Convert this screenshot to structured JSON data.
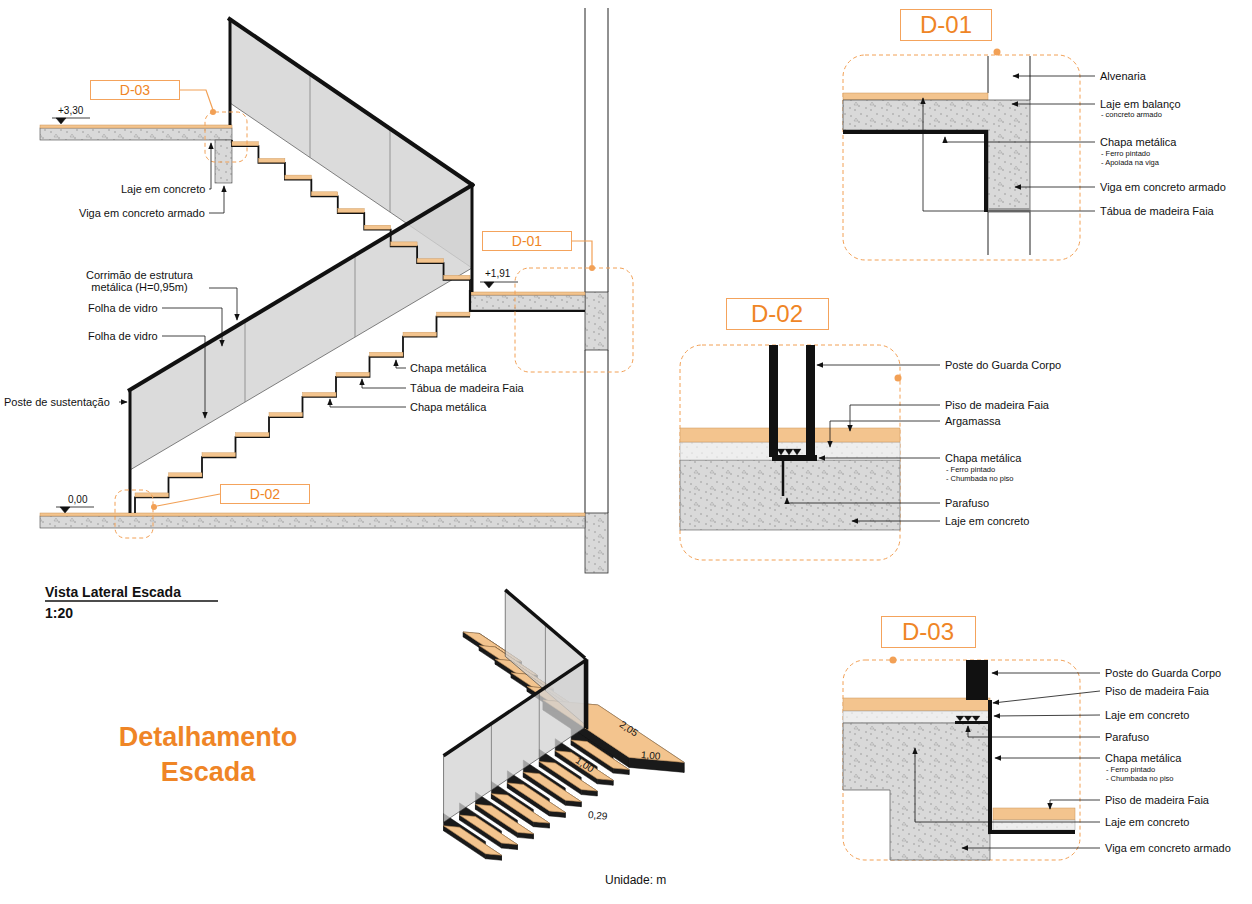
{
  "diagram": {
    "title": "Detalhamento Escada",
    "nodes": [
      {
        "text": [
          "D-03"
        ]
      },
      {
        "text": [
          "D-01"
        ]
      },
      {
        "text": [
          "D-01"
        ]
      },
      {
        "text": [
          "D-02"
        ]
      },
      {
        "text": [
          "D-02"
        ]
      },
      {
        "text": [
          "D-03"
        ]
      }
    ],
    "labels": [
      "+3,30",
      "Laje em concreto",
      "Viga em concreto armado",
      "Corrimão de estrutura metálica (H=0,95m)",
      "Folha de vidro",
      "Folha de vidro",
      "Poste de sustentação",
      "+1,91",
      "Chapa metálica",
      "Tábua de madeira Faia",
      "Chapa metálica",
      "0,00",
      "Vista Lateral Escada",
      "1:20",
      "2,05",
      "1,00",
      "1,00",
      "0,29",
      "Unidade: m",
      "Alvenaria",
      "Laje em balanço",
      "- concreto armado",
      "Chapa metálica",
      "- Ferro pintado",
      "- Apoiada na viga",
      "Viga em concreto armado",
      "Tábua de madeira Faia",
      "Poste do Guarda Corpo",
      "Piso de madeira Faia",
      "Argamassa",
      "Chapa metálica",
      "- Ferro pintado",
      "- Chumbada no piso",
      "Parafuso",
      "Laje em concreto",
      "Poste do Guarda Corpo",
      "Piso de madeira Faia",
      "Laje em concreto",
      "Parafuso",
      "Chapa metálica",
      "- Ferro pintado",
      "- Chumbada no piso",
      "Piso de madeira Faia",
      "Laje em concreto",
      "Viga em concreto armado"
    ]
  }
}
